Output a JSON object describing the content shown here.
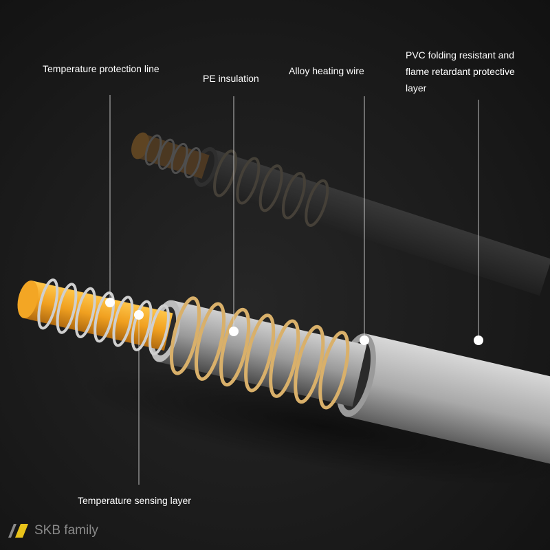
{
  "labels": {
    "temperature_protection_line": "Temperature protection line",
    "pe_insulation": "PE insulation",
    "alloy_heating_wire": "Alloy heating wire",
    "pvc_layer_lines": [
      "PVC folding resistant and",
      "flame retardant protective",
      "layer"
    ],
    "temperature_sensing_layer": "Temperature sensing layer"
  },
  "brand": {
    "text": "SKB family",
    "logo_color": "#e8c21a"
  },
  "colors": {
    "core_orange": "#f0a020",
    "coil_gold": "#d9b06a",
    "coil_silver": "#c8c8c8",
    "jacket_gray": "#bdbdbd",
    "leader_line": "#dddddd"
  }
}
